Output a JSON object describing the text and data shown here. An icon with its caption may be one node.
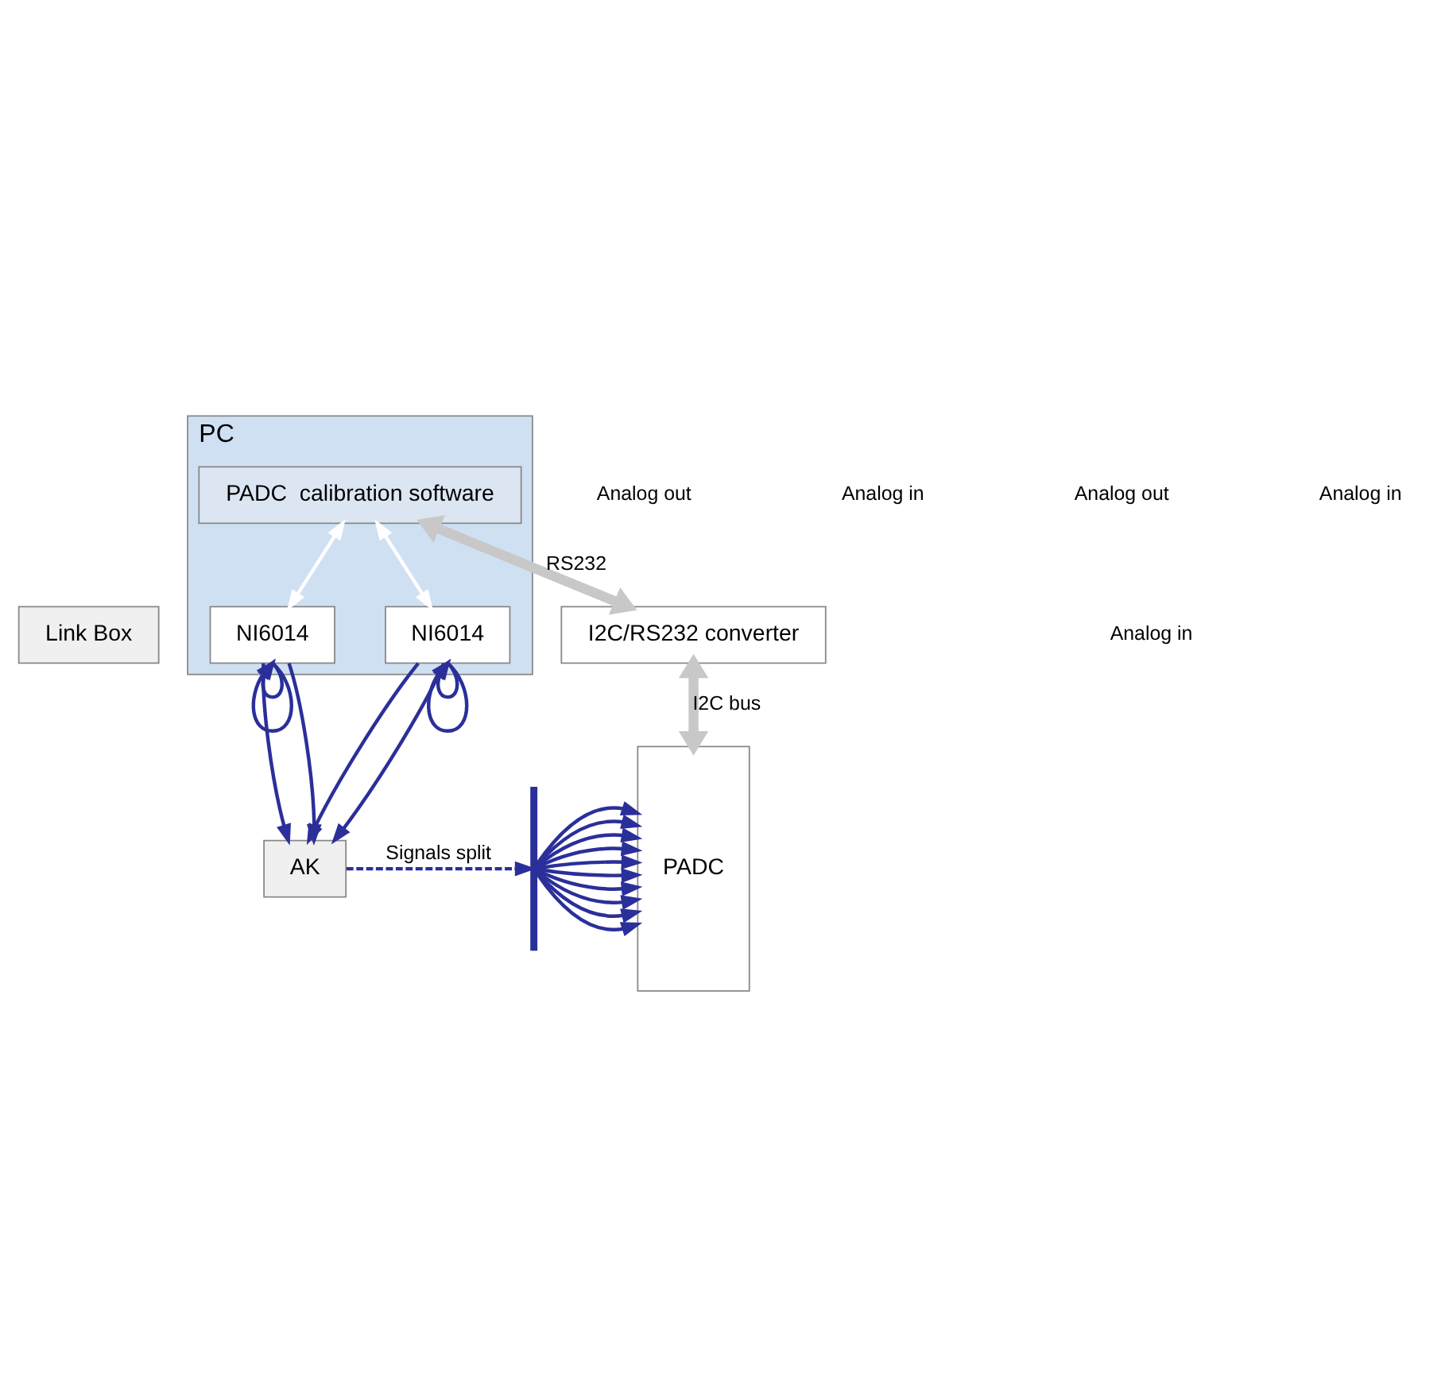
{
  "diagram": {
    "nodes": [
      {
        "text": [
          "PC"
        ]
      },
      {
        "text": [
          "PADC  calibration software"
        ],
        "in": 0
      },
      {
        "text": [
          "NI6014"
        ],
        "in": 0
      },
      {
        "text": [
          "NI6014"
        ],
        "in": 0
      },
      {
        "text": [
          "I2C/RS232 converter"
        ]
      },
      {
        "text": [
          "Link Box"
        ]
      },
      {
        "text": [
          "AK"
        ]
      },
      {
        "text": [],
        "shape": "bar"
      },
      {
        "text": [
          "PADC"
        ]
      }
    ],
    "edges": [
      {
        "from": 1,
        "to": 2,
        "arrow": "both",
        "color": "#ffffff"
      },
      {
        "from": 1,
        "to": 3,
        "arrow": "both",
        "color": "#ffffff"
      },
      {
        "from": 1,
        "to": 4,
        "arrow": "both",
        "label": "RS232",
        "style": "thick",
        "color": "#c8c8c8"
      },
      {
        "from": 4,
        "to": 8,
        "arrow": "both",
        "label": "I2C bus",
        "style": "thick",
        "color": "#c8c8c8"
      },
      {
        "from": 2,
        "to": 6,
        "arrow": "to"
      },
      {
        "from": 2,
        "to": 6,
        "arrow": "to"
      },
      {
        "from": 3,
        "to": 6,
        "arrow": "to"
      },
      {
        "from": 3,
        "to": 6,
        "arrow": "to"
      },
      {
        "from": 2,
        "to": 2,
        "arrow": "to"
      },
      {
        "from": 2,
        "to": 2,
        "arrow": "to"
      },
      {
        "from": 3,
        "to": 3,
        "arrow": "to"
      },
      {
        "from": 3,
        "to": 3,
        "arrow": "to"
      },
      {
        "from": 6,
        "to": 7,
        "arrow": "to",
        "label": "Signals split",
        "style": "dashed"
      },
      {
        "from": 7,
        "to": 8,
        "arrow": "to"
      },
      {
        "from": 7,
        "to": 8,
        "arrow": "to"
      },
      {
        "from": 7,
        "to": 8,
        "arrow": "to"
      },
      {
        "from": 7,
        "to": 8,
        "arrow": "to"
      },
      {
        "from": 7,
        "to": 8,
        "arrow": "to"
      },
      {
        "from": 7,
        "to": 8,
        "arrow": "to"
      },
      {
        "from": 7,
        "to": 8,
        "arrow": "to"
      },
      {
        "from": 7,
        "to": 8,
        "arrow": "to"
      },
      {
        "from": 7,
        "to": 8,
        "arrow": "to"
      },
      {
        "from": 7,
        "to": 8,
        "arrow": "to"
      }
    ],
    "labels": [
      "Analog out",
      "Analog in",
      "Analog out",
      "Analog in",
      "Analog in"
    ]
  }
}
